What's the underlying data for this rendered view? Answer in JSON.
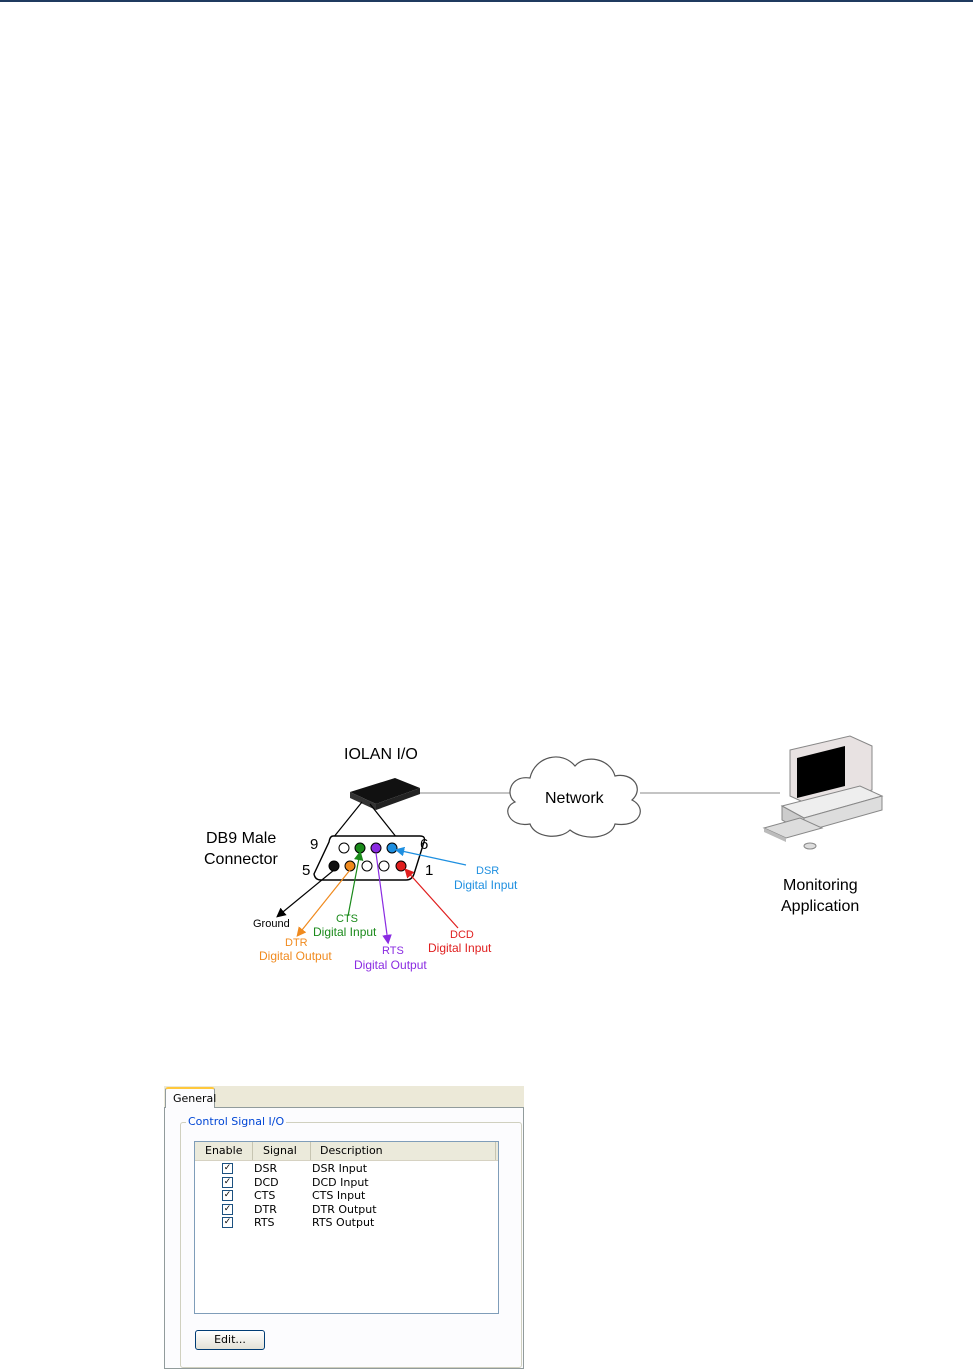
{
  "diagram": {
    "iolan_label": "IOLAN I/O",
    "network_label": "Network",
    "connector_label_line1": "DB9 Male",
    "connector_label_line2": "Connector",
    "pin_9": "9",
    "pin_6": "6",
    "pin_5": "5",
    "pin_1": "1",
    "monitoring_line1": "Monitoring",
    "monitoring_line2": "Application",
    "signals": {
      "dsr_name": "DSR",
      "dsr_type": "Digital Input",
      "ground": "Ground",
      "cts_name": "CTS",
      "cts_type": "Digital Input",
      "dtr_name": "DTR",
      "dtr_type": "Digital Output",
      "rts_name": "RTS",
      "rts_type": "Digital Output",
      "dcd_name": "DCD",
      "dcd_type": "Digital Input"
    },
    "colors": {
      "dsr": "#1e8fe0",
      "cts": "#1a8a1a",
      "dtr": "#f08a1e",
      "rts": "#8a2be2",
      "dcd": "#e01e1e"
    }
  },
  "panel": {
    "tab_label": "General",
    "group_label": "Control Signal I/O",
    "columns": [
      "Enable",
      "Signal",
      "Description"
    ],
    "rows": [
      {
        "enabled": "✓",
        "signal": "DSR",
        "description": "DSR Input"
      },
      {
        "enabled": "✓",
        "signal": "DCD",
        "description": "DCD Input"
      },
      {
        "enabled": "✓",
        "signal": "CTS",
        "description": "CTS Input"
      },
      {
        "enabled": "✓",
        "signal": "DTR",
        "description": "DTR Output"
      },
      {
        "enabled": "✓",
        "signal": "RTS",
        "description": "RTS Output"
      }
    ],
    "edit_label": "Edit..."
  }
}
